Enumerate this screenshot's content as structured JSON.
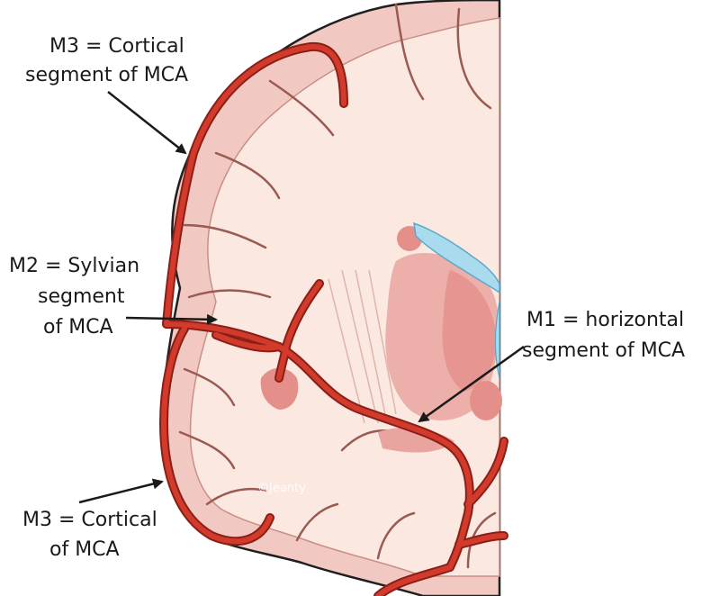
{
  "labels": {
    "m3_top_line1": "M3 = Cortical",
    "m3_top_line2": "segment of MCA",
    "m2_line1": "M2 = Sylvian",
    "m2_line2": "segment",
    "m2_line3": "of MCA",
    "m1_line1": "M1 = horizontal",
    "m1_line2": "segment of MCA",
    "m3_bottom_line1": "M3 = Cortical",
    "m3_bottom_line2": "of MCA"
  },
  "watermark": "©Jeanty",
  "colors": {
    "brain_cortex": "#f2c9c2",
    "brain_white_matter": "#fbe9e1",
    "deep_nuclei": "#eaa4a0",
    "ventricle": "#a9dbef",
    "artery": "#d23a2c",
    "artery_outline": "#8a1f16",
    "outline": "#1f1f1f"
  }
}
